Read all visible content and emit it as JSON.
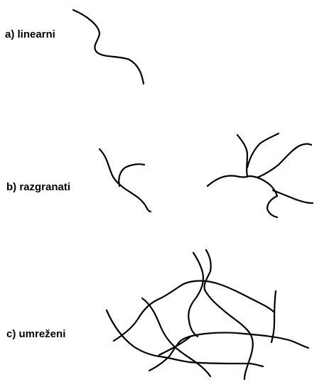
{
  "labels": {
    "linear": "a) linearni",
    "branched": "b) razgranati",
    "crosslinked": "c) umreženi"
  },
  "colors": {
    "line": "#000000",
    "background": "#ffffff"
  }
}
